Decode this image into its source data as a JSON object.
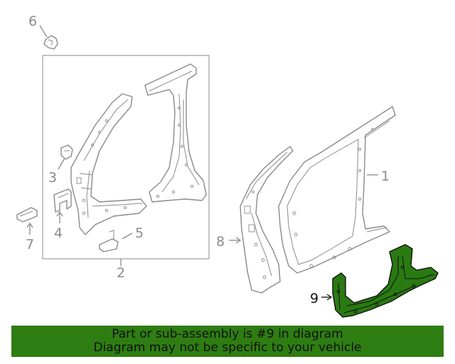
{
  "callouts": {
    "c1": "1",
    "c2": "2",
    "c3": "3",
    "c4": "4",
    "c5": "5",
    "c6": "6",
    "c7": "7",
    "c8": "8",
    "c9": "9"
  },
  "banner": {
    "line1": "Part or sub-assembly is #9 in diagram",
    "line2": "Diagram may not be specific to your vehicle"
  },
  "colors": {
    "highlight": "#2e7d12",
    "line": "#8a8a8a"
  }
}
